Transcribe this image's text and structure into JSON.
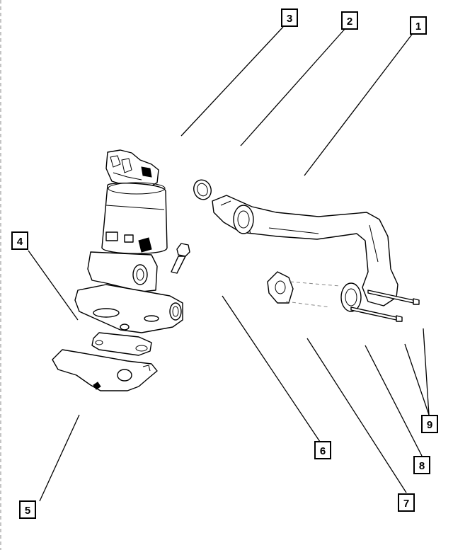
{
  "callouts": [
    {
      "id": "callout-1",
      "label": "1"
    },
    {
      "id": "callout-2",
      "label": "2"
    },
    {
      "id": "callout-3",
      "label": "3"
    },
    {
      "id": "callout-4",
      "label": "4"
    },
    {
      "id": "callout-5",
      "label": "5"
    },
    {
      "id": "callout-6",
      "label": "6"
    },
    {
      "id": "callout-7",
      "label": "7"
    },
    {
      "id": "callout-8",
      "label": "8"
    },
    {
      "id": "callout-9",
      "label": "9"
    }
  ]
}
